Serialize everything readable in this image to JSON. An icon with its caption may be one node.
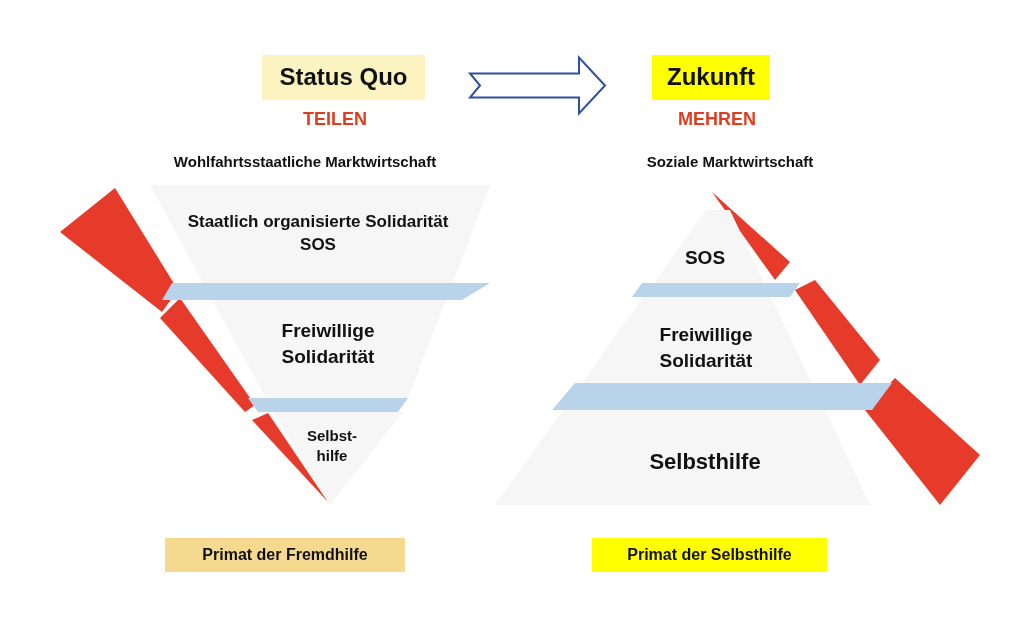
{
  "diagram": {
    "nodes": [
      {
        "text": [
          "Status Quo"
        ]
      },
      {
        "text": [
          "Zukunft"
        ]
      },
      {
        "text": [
          "Staatlich organisierte Solidarität",
          "SOS"
        ]
      },
      {
        "text": [
          "Freiwillige Solidarität"
        ]
      },
      {
        "text": [
          "Selbst- hilfe"
        ]
      },
      {
        "text": [
          "SOS"
        ]
      },
      {
        "text": [
          "Freiwillige Solidarität"
        ]
      },
      {
        "text": [
          "Selbsthilfe"
        ]
      },
      {
        "text": [
          "Primat der Fremdhilfe"
        ]
      },
      {
        "text": [
          "Primat der Selbsthilfe"
        ]
      }
    ],
    "edges": [
      {
        "from": 0,
        "to": 1,
        "arrow": "to"
      }
    ],
    "labels": [
      "TEILEN",
      "MEHREN",
      "Wohlfahrtsstaatliche Marktwirtschaft",
      "Soziale Marktwirtschaft"
    ]
  }
}
